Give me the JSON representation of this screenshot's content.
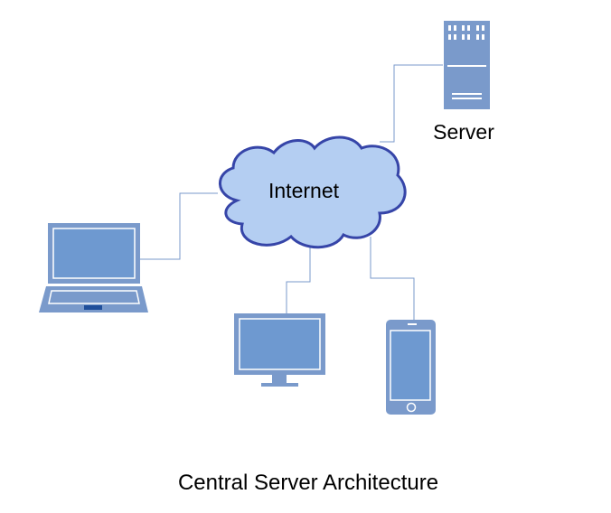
{
  "diagram": {
    "caption": "Central Server Architecture",
    "nodes": {
      "internet": {
        "label": "Internet",
        "icon": "cloud-icon"
      },
      "server": {
        "label": "Server",
        "icon": "server-icon"
      },
      "laptop": {
        "label": "",
        "icon": "laptop-icon"
      },
      "desktop": {
        "label": "",
        "icon": "monitor-icon"
      },
      "phone": {
        "label": "",
        "icon": "smartphone-icon"
      }
    },
    "edges": [
      {
        "from": "internet",
        "to": "server"
      },
      {
        "from": "internet",
        "to": "laptop"
      },
      {
        "from": "internet",
        "to": "desktop"
      },
      {
        "from": "internet",
        "to": "phone"
      }
    ]
  },
  "colors": {
    "device_fill": "#7a9acb",
    "screen_fill": "#6e99d0",
    "cloud_fill": "#b4cef2",
    "cloud_stroke": "#3645a8",
    "connector": "#7a9acb"
  }
}
